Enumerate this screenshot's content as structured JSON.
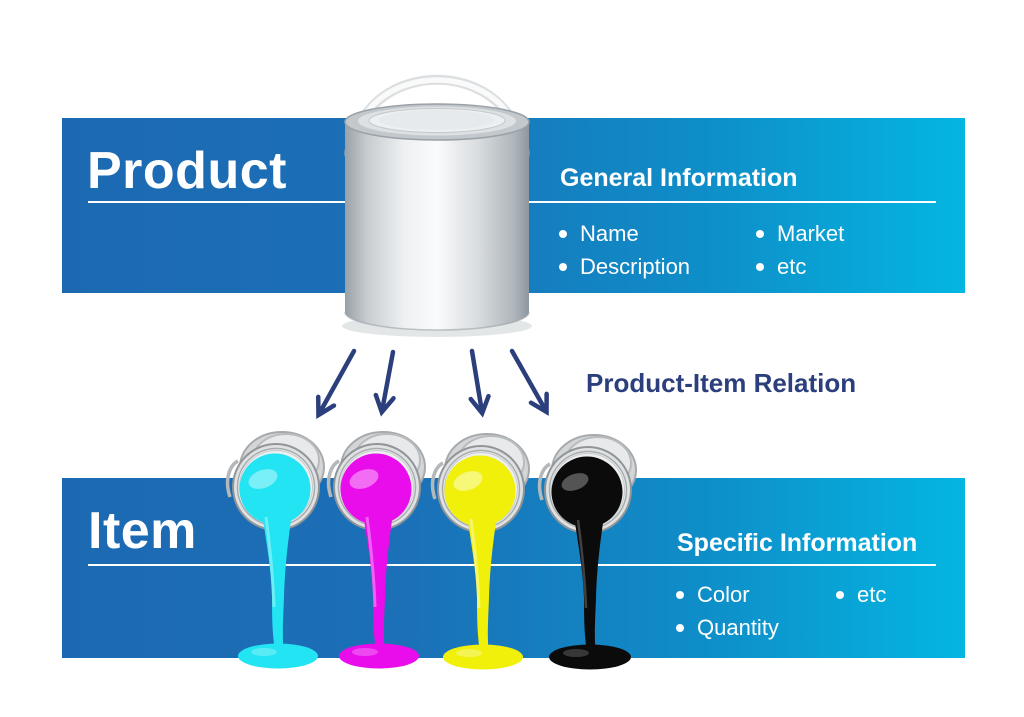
{
  "product_band": {
    "title": "Product",
    "section_title": "General Information",
    "bullets_col1": [
      "Name",
      "Description"
    ],
    "bullets_col2": [
      "Market",
      "etc"
    ]
  },
  "item_band": {
    "title": "Item",
    "section_title": "Specific Information",
    "bullets_col1": [
      "Color",
      "Quantity"
    ],
    "bullets_col2": [
      "etc"
    ]
  },
  "relation_label": "Product-Item Relation",
  "colors": {
    "band_blue_left": "#1C69B2",
    "band_cyan_right": "#04B6E2",
    "rule_white": "#FFFFFF",
    "relation_navy": "#2C3F7D",
    "arrow_navy": "#2C3F7D"
  },
  "cans": [
    {
      "name": "cyan",
      "color": "#22E4F2"
    },
    {
      "name": "magenta",
      "color": "#E90DEB"
    },
    {
      "name": "yellow",
      "color": "#F0F00A"
    },
    {
      "name": "black",
      "color": "#0B0B0B"
    }
  ]
}
